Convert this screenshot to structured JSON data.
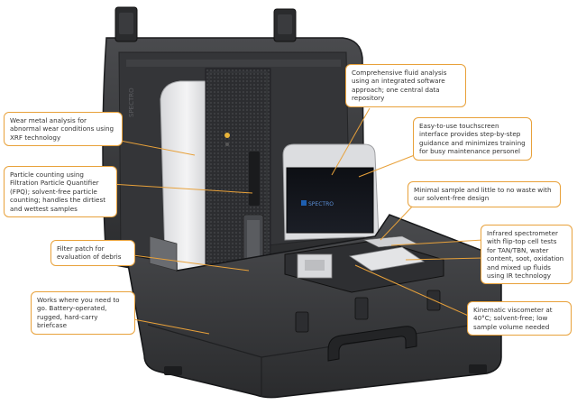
{
  "brand": {
    "screen_logo": "SPECTRO",
    "lid_logo": "SPECTRO"
  },
  "callouts": {
    "wear_metal": "Wear metal analysis for abnormal wear conditions using XRF technology",
    "particle_counting": "Particle counting using Filtration Particle Quantifier (FPQ); solvent-free particle counting; handles the dirtiest and wettest samples",
    "filter_patch": "Filter patch for evaluation of debris",
    "works_anywhere": "Works where you need to go. Battery-operated, rugged, hard-carry briefcase",
    "fluid_analysis": "Comprehensive fluid analysis using an integrated software approach; one central data repository",
    "touchscreen": "Easy-to-use touchscreen interface provides step-by-step guidance and minimizes training for busy maintenance personel",
    "minimal_sample": "Minimal sample and little to no waste with our solvent-free design",
    "infrared": "Infrared spectrometer with flip-top cell tests for TAN/TBN, water content, soot, oxidation and mixed up fluids using IR technology",
    "viscometer": "Kinematic viscometer at 40°C; solvent-free; low sample volume needed"
  },
  "colors": {
    "callout_border": "#e8a13a",
    "leader_line": "#e8a13a",
    "case_body": "#3b3c3e",
    "case_dark": "#232426",
    "instrument_white": "#e9e9eb",
    "screen_blue": "#1e5fb0"
  },
  "icons": {
    "screen_logo": "spectro-logo-icon"
  }
}
